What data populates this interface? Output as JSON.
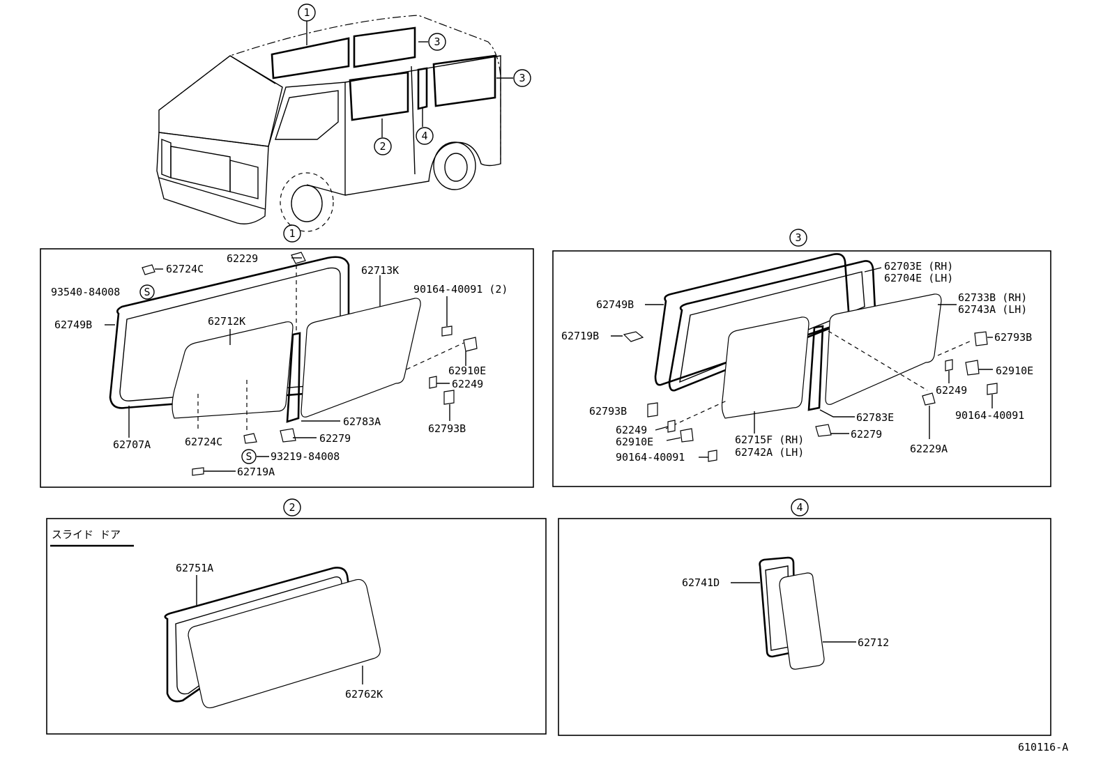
{
  "callouts": {
    "c1": "1",
    "c2": "2",
    "c3": "3",
    "c4": "4"
  },
  "panel1": {
    "labels": {
      "p62229": "62229",
      "p62724c_top": "62724C",
      "p62713k": "62713K",
      "p93540": "93540-84008",
      "p90164": "90164-40091 (2)",
      "p62749b": "62749B",
      "p62712k": "62712K",
      "p62910e": "62910E",
      "p62249": "62249",
      "p62783a": "62783A",
      "p62793b": "62793B",
      "p62707a": "62707A",
      "p62724c_bot": "62724C",
      "p62279": "62279",
      "p93219": "93219-84008",
      "p62719a": "62719A"
    },
    "s_mark": "S"
  },
  "panel3": {
    "labels": {
      "p62703e": "62703E (RH)",
      "p62704e": "62704E (LH)",
      "p62749b": "62749B",
      "p62733b": "62733B (RH)",
      "p62743a": "62743A (LH)",
      "p62719b": "62719B",
      "p62793b_r": "62793B",
      "p62910e_r": "62910E",
      "p62249_r": "62249",
      "p90164_r": "90164-40091",
      "p62793b_l": "62793B",
      "p62783e": "62783E",
      "p62249_l": "62249",
      "p62910e_l": "62910E",
      "p62715f": "62715F (RH)",
      "p62742a": "62742A (LH)",
      "p62279": "62279",
      "p62229a": "62229A",
      "p90164_l": "90164-40091"
    }
  },
  "panel2": {
    "heading": "スライド ドア",
    "labels": {
      "p62751a": "62751A",
      "p62762k": "62762K"
    }
  },
  "panel4": {
    "labels": {
      "p62741d": "62741D",
      "p62712": "62712"
    }
  },
  "footer": {
    "code": "610116-A"
  }
}
